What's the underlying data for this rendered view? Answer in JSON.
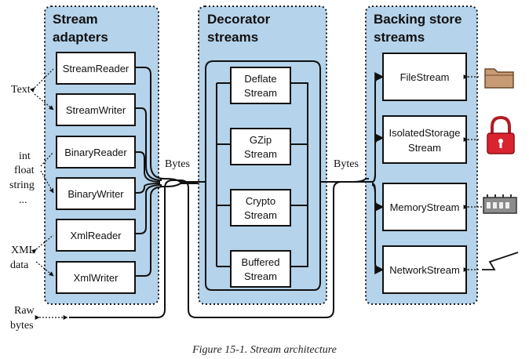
{
  "panels": {
    "adapters": {
      "title_1": "Stream",
      "title_2": "adapters"
    },
    "decorators": {
      "title_1": "Decorator",
      "title_2": "streams"
    },
    "backing": {
      "title_1": "Backing store",
      "title_2": "streams"
    }
  },
  "adapters": [
    "StreamReader",
    "StreamWriter",
    "BinaryReader",
    "BinaryWriter",
    "XmlReader",
    "XmlWriter"
  ],
  "decorators": [
    {
      "line1": "Deflate",
      "line2": "Stream"
    },
    {
      "line1": "GZip",
      "line2": "Stream"
    },
    {
      "line1": "Crypto",
      "line2": "Stream"
    },
    {
      "line1": "Buffered",
      "line2": "Stream"
    }
  ],
  "backing": [
    {
      "line1": "FileStream",
      "line2": ""
    },
    {
      "line1": "IsolatedStorage",
      "line2": "Stream"
    },
    {
      "line1": "MemoryStream",
      "line2": ""
    },
    {
      "line1": "NetworkStream",
      "line2": ""
    }
  ],
  "external": {
    "text": "Text",
    "int": "int",
    "float": "float",
    "string": "string",
    "ellipsis": "...",
    "xml_1": "XML",
    "xml_2": "data",
    "raw_1": "Raw",
    "raw_2": "bytes"
  },
  "bytes_left": "Bytes",
  "bytes_right": "Bytes",
  "caption": "Figure 15-1. Stream architecture",
  "icons": [
    "folder-icon",
    "padlock-icon",
    "memory-chip-icon",
    "network-lightning-icon"
  ],
  "colors": {
    "panel": "#b5d3ea",
    "folder": "#c79b73",
    "padlock": "#d9232f"
  }
}
